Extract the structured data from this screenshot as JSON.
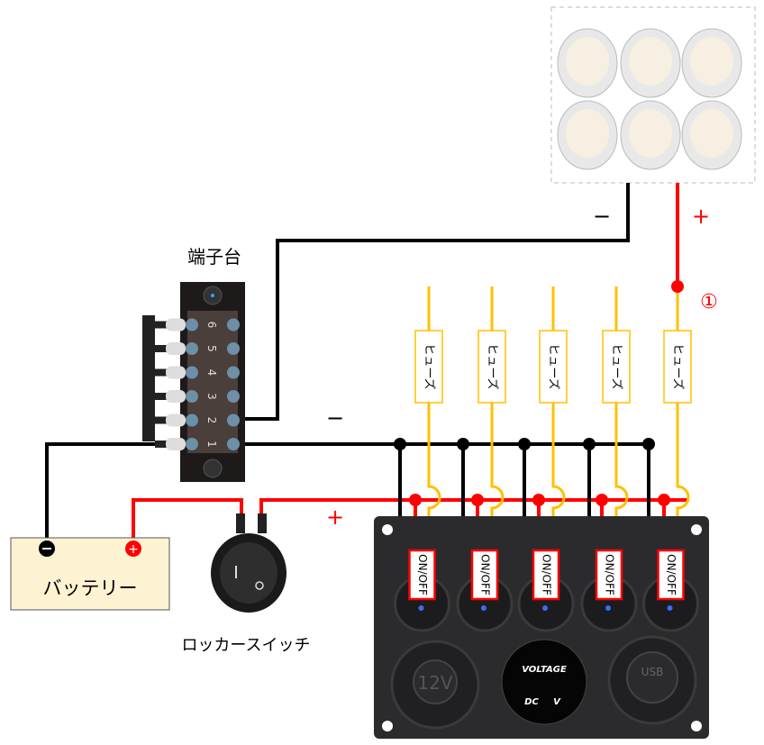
{
  "labels": {
    "terminal_block": "端子台",
    "battery": "バッテリー",
    "rocker_switch": "ロッカースイッチ",
    "minus_light": "−",
    "plus_light": "+",
    "minus_bus": "−",
    "plus_bus": "+",
    "point_1": "①",
    "fuse": "ヒューズ",
    "switch": "ON/OFF",
    "voltage": "VOLTAGE",
    "dc": "DC",
    "v": "V",
    "socket_12v": "12V",
    "usb": "USB"
  },
  "terminal_numbers": [
    "1",
    "2",
    "3",
    "4",
    "5",
    "6"
  ],
  "colors": {
    "positive": "#ff0000",
    "negative": "#000000",
    "fuse_wire": "#ffc000",
    "battery_fill": "#fdf3d3",
    "panel": "#2b2b2d"
  }
}
